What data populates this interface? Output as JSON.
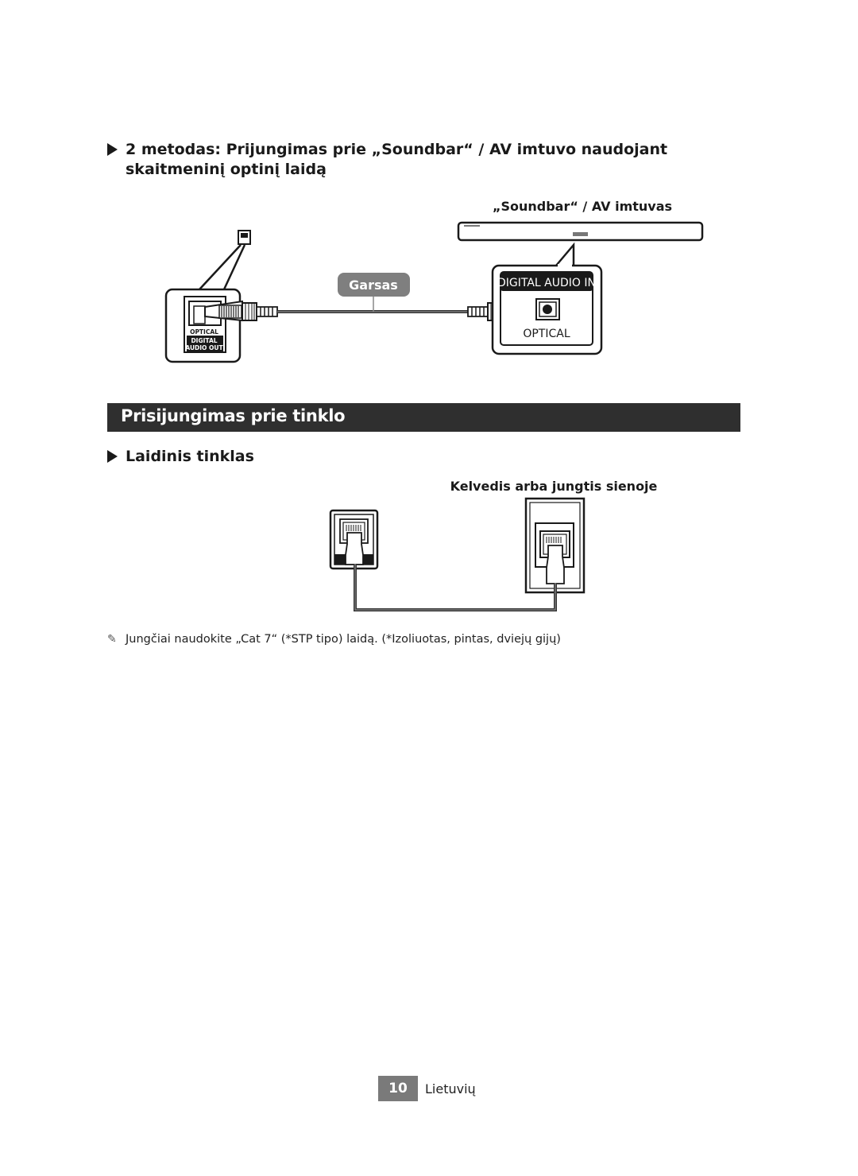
{
  "method_heading": "2 metodas: Prijungimas prie „Soundbar“ / AV imtuvo naudojant skaitmeninį optinį laidą",
  "optical_diagram": {
    "device_label": "„Soundbar“ / AV imtuvas",
    "cable_label": "Garsas",
    "tv_port_label_line1": "OPTICAL",
    "tv_port_label_line2": "DIGITAL",
    "tv_port_label_line3": "AUDIO OUT",
    "receiver_port_header": "DIGITAL AUDIO IN",
    "receiver_port_label": "OPTICAL"
  },
  "section_title": "Prisijungimas prie tinklo",
  "sub_heading": "Laidinis tinklas",
  "network_diagram": {
    "router_label": "Kelvedis arba jungtis sienoje"
  },
  "note": "Jungčiai naudokite „Cat 7“ (*STP tipo) laidą. (*Izoliuotas, pintas, dviejų gijų)",
  "footer": {
    "page_number": "10",
    "language": "Lietuvių"
  },
  "colors": {
    "section_bar": "#2f2f2f",
    "page_number_bg": "#7a7a7a",
    "cable_label_bg": "#7f7f7f"
  }
}
